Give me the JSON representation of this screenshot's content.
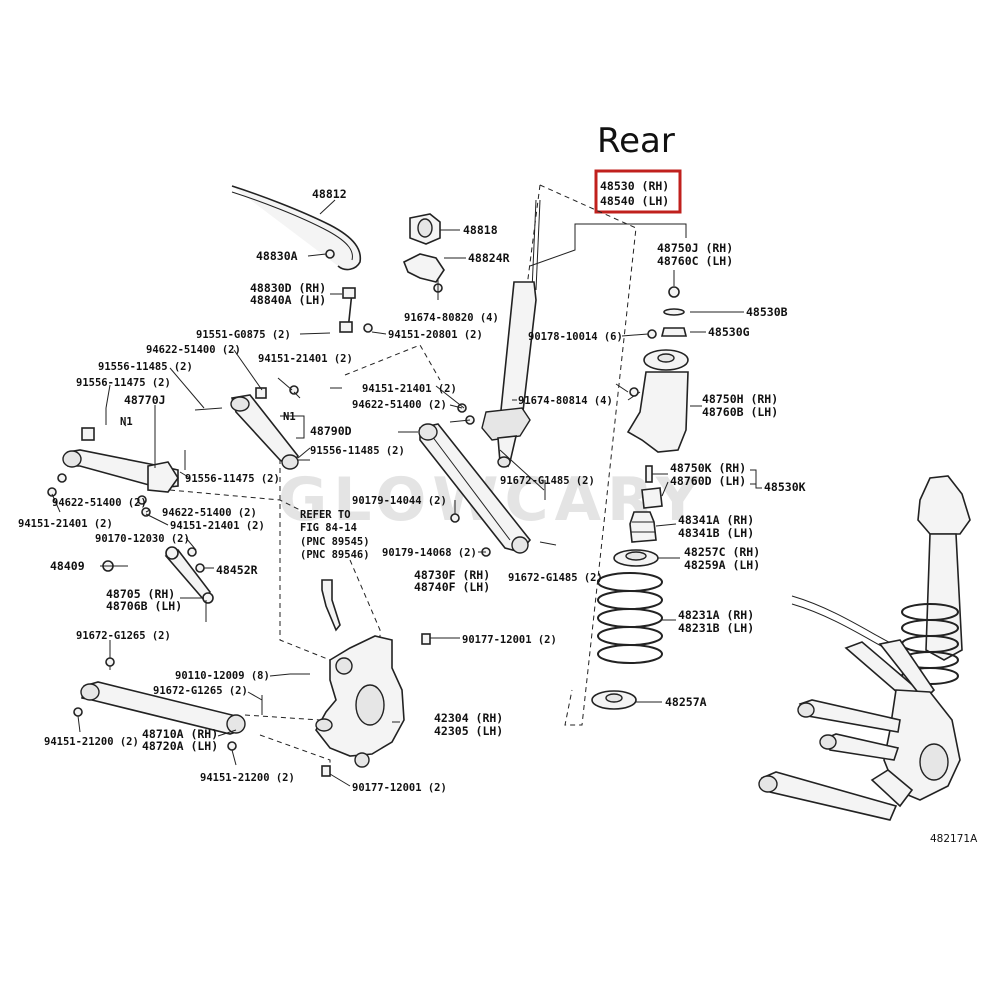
{
  "title": "Rear",
  "watermark": "GLOWCARY",
  "figure_code": "482171A",
  "refer_note": [
    "REFER TO",
    "FIG 84-14",
    "(PNC 89545)",
    "(PNC 89546)"
  ],
  "highlight": [
    "48530 (RH)",
    "48540 (LH)"
  ],
  "labels": [
    "48812",
    "48818",
    "48830A",
    "48824R",
    "48830D (RH)",
    "48840A (LH)",
    "91674-80820 (4)",
    "91551-G0875 (2)",
    "94151-20801 (2)",
    "94622-51400 (2)",
    "94151-21401 (2)",
    "91556-11485 (2)",
    "91556-11475 (2)",
    "48770J",
    "N1",
    "N1",
    "48790D",
    "91556-11485 (2)",
    "91556-11475 (2)",
    "94622-51400 (2)",
    "94151-21401 (2)",
    "94622-51400 (2)",
    "94151-21401 (2)",
    "90170-12030 (2)",
    "48409",
    "48452R",
    "48705 (RH)",
    "48706B (LH)",
    "91672-G1265 (2)",
    "90110-12009 (8)",
    "91672-G1265 (2)",
    "48710A (RH)",
    "48720A (LH)",
    "94151-21200 (2)",
    "94151-21200 (2)",
    "94151-21401 (2)",
    "94622-51400 (2)",
    "91674-80814 (4)",
    "90179-14044 (2)",
    "90179-14068 (2)",
    "91672-G1485 (2)",
    "91672-G1485 (2)",
    "48730F (RH)",
    "48740F (LH)",
    "90177-12001 (2)",
    "90177-12001 (2)",
    "42304 (RH)",
    "42305 (LH)",
    "90178-10014 (6)",
    "48750J (RH)",
    "48760C (LH)",
    "48530B",
    "48530G",
    "48750H (RH)",
    "48760B (LH)",
    "48750K (RH)",
    "48760D (LH)",
    "48530K",
    "48341A (RH)",
    "48341B (LH)",
    "48257C (RH)",
    "48259A (LH)",
    "48231A (RH)",
    "48231B (LH)",
    "48257A"
  ]
}
